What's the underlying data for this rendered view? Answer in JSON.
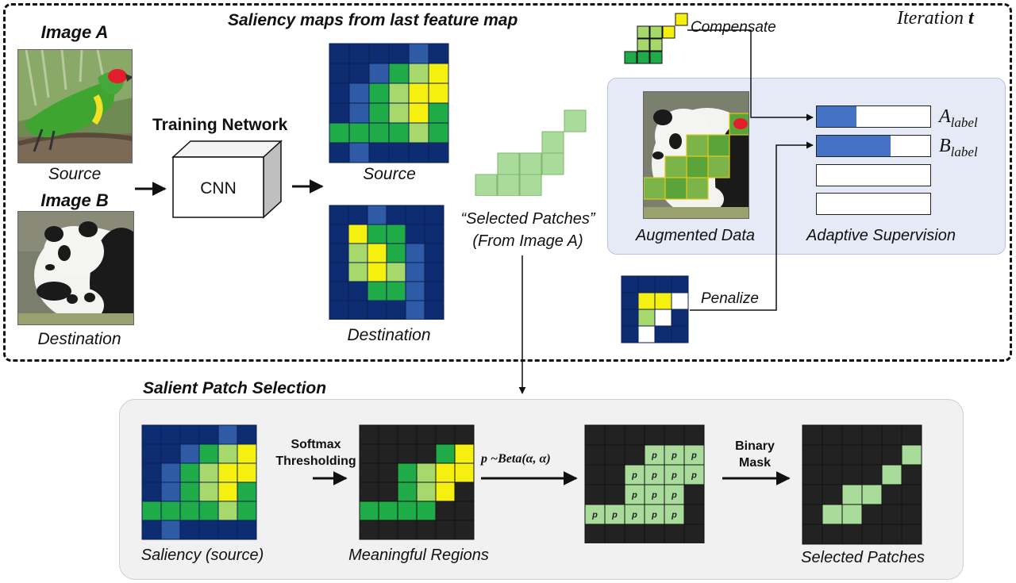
{
  "iteration": {
    "prefix": "Iteration",
    "var": "t"
  },
  "headings": {
    "saliency_title": "Saliency maps from last feature map",
    "salient_patch_selection": "Salient Patch Selection"
  },
  "inputs": {
    "image_a_title": "Image A",
    "image_a_caption": "Source",
    "image_b_title": "Image B",
    "image_b_caption": "Destination"
  },
  "network": {
    "title": "Training Network",
    "box_label": "CNN"
  },
  "saliency": {
    "source_caption": "Source",
    "destination_caption": "Destination"
  },
  "selected": {
    "line1": "“Selected Patches”",
    "line2": "(From Image A)"
  },
  "augment": {
    "compensate": "Compensate",
    "penalize": "Penalize",
    "augmented_caption": "Augmented Data",
    "supervision_caption": "Adaptive Supervision",
    "label_a_base": "A",
    "label_b_base": "B",
    "label_sub": "label",
    "label_a_fill": 0.35,
    "label_b_fill": 0.65
  },
  "pipeline": {
    "step1_caption": "Saliency (source)",
    "arrow1_line1": "Softmax",
    "arrow1_line2": "Thresholding",
    "step2_caption": "Meaningful Regions",
    "arrow2_label": "p ~Beta(α, α)",
    "patch_letter": "p",
    "arrow3_line1": "Binary",
    "arrow3_line2": "Mask",
    "step4_caption": "Selected Patches"
  },
  "colors": {
    "navy": "#0d2c72",
    "blue": "#2e5aa6",
    "teal": "#2d9f8a",
    "green": "#1fab48",
    "lightgreen": "#a6d86c",
    "yellow": "#f5f010",
    "patch": "#a9dc9b",
    "black": "#222222",
    "bar_fill": "#4472c4",
    "panel": "#e6eaf6"
  }
}
